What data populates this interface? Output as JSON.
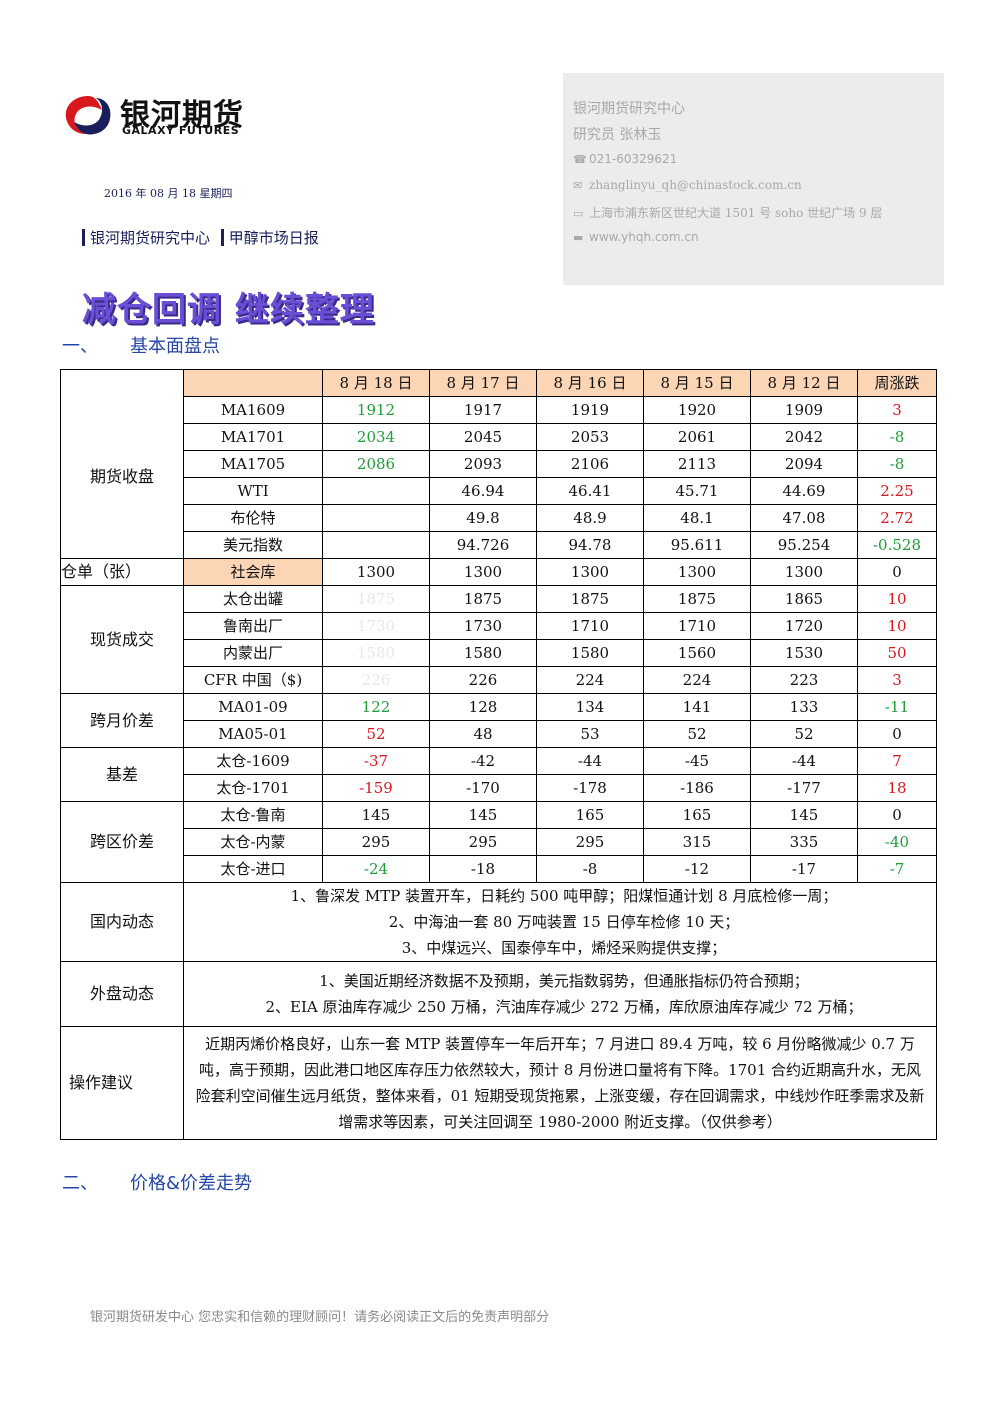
{
  "logo": {
    "name_cn": "银河期货",
    "name_en": "GALAXY FUTURES"
  },
  "date": "2016 年 08 月 18 星期四",
  "tags": [
    "银河期货研究中心",
    "甲醇市场日报"
  ],
  "contact": {
    "center": "银河期货研究中心",
    "analyst": "研究员 张林玉",
    "phone": "021-60329621",
    "email": "zhanglinyu_qh@chinastock.com.cn",
    "address": "上海市浦东新区世纪大道 1501 号 soho 世纪广场 9 层",
    "website": "www.yhqh.com.cn",
    "icons": [
      "phone-icon",
      "email-icon",
      "address-icon",
      "web-icon"
    ]
  },
  "title": "减仓回调 继续整理",
  "section1": {
    "num": "一、",
    "label": "基本面盘点"
  },
  "section2": {
    "num": "二、",
    "label": "价格&价差走势"
  },
  "table": {
    "headers": [
      "8 月 18 日",
      "8 月 17 日",
      "8 月 16 日",
      "8 月 15 日",
      "8 月 12 日",
      "周涨跌"
    ],
    "groups": [
      {
        "category": "期货收盘",
        "rows": [
          {
            "label": "MA1609",
            "vals": [
              "1912",
              "1917",
              "1919",
              "1920",
              "1909"
            ],
            "chg": "3"
          },
          {
            "label": "MA1701",
            "vals": [
              "2034",
              "2045",
              "2053",
              "2061",
              "2042"
            ],
            "chg": "-8"
          },
          {
            "label": "MA1705",
            "vals": [
              "2086",
              "2093",
              "2106",
              "2113",
              "2094"
            ],
            "chg": "-8"
          },
          {
            "label": "WTI",
            "vals": [
              "",
              "46.94",
              "46.41",
              "45.71",
              "44.69"
            ],
            "chg": "2.25"
          },
          {
            "label": "布伦特",
            "vals": [
              "",
              "49.8",
              "48.9",
              "48.1",
              "47.08"
            ],
            "chg": "2.72"
          },
          {
            "label": "美元指数",
            "vals": [
              "",
              "94.726",
              "94.78",
              "95.611",
              "95.254"
            ],
            "chg": "-0.528"
          }
        ]
      },
      {
        "category": "仓单（张）",
        "rows": [
          {
            "label": "社会库",
            "vals": [
              "1300",
              "1300",
              "1300",
              "1300",
              "1300"
            ],
            "chg": "0"
          }
        ]
      },
      {
        "category": "现货成交",
        "rows": [
          {
            "label": "太仓出罐",
            "vals": [
              "1875",
              "1875",
              "1875",
              "1875",
              "1865"
            ],
            "chg": "10"
          },
          {
            "label": "鲁南出厂",
            "vals": [
              "1730",
              "1730",
              "1710",
              "1710",
              "1720"
            ],
            "chg": "10"
          },
          {
            "label": "内蒙出厂",
            "vals": [
              "1580",
              "1580",
              "1580",
              "1560",
              "1530"
            ],
            "chg": "50"
          },
          {
            "label": "CFR 中国（$)",
            "vals": [
              "226",
              "226",
              "224",
              "224",
              "223"
            ],
            "chg": "3"
          }
        ]
      },
      {
        "category": "跨月价差",
        "rows": [
          {
            "label": "MA01-09",
            "vals": [
              "122",
              "128",
              "134",
              "141",
              "133"
            ],
            "chg": "-11"
          },
          {
            "label": "MA05-01",
            "vals": [
              "52",
              "48",
              "53",
              "52",
              "52"
            ],
            "chg": "0"
          }
        ]
      },
      {
        "category": "基差",
        "rows": [
          {
            "label": "太仓-1609",
            "vals": [
              "-37",
              "-42",
              "-44",
              "-45",
              "-44"
            ],
            "chg": "7"
          },
          {
            "label": "太仓-1701",
            "vals": [
              "-159",
              "-170",
              "-178",
              "-186",
              "-177"
            ],
            "chg": "18"
          }
        ]
      },
      {
        "category": "跨区价差",
        "rows": [
          {
            "label": "太仓-鲁南",
            "vals": [
              "145",
              "145",
              "165",
              "165",
              "145"
            ],
            "chg": "0"
          },
          {
            "label": "太仓-内蒙",
            "vals": [
              "295",
              "295",
              "295",
              "315",
              "335"
            ],
            "chg": "-40"
          },
          {
            "label": "太仓-进口",
            "vals": [
              "-24",
              "-18",
              "-8",
              "-12",
              "-17"
            ],
            "chg": "-7"
          }
        ]
      }
    ],
    "domestic": {
      "category": "国内动态",
      "lines": [
        "1、鲁深发 MTP 装置开车，日耗约 500 吨甲醇；阳煤恒通计划 8 月底检修一周；",
        "2、中海油一套 80 万吨装置 15 日停车检修 10 天；",
        "3、中煤远兴、国泰停车中，烯烃采购提供支撑；"
      ]
    },
    "foreign": {
      "category": "外盘动态",
      "lines": [
        "1、美国近期经济数据不及预期，美元指数弱势，但通胀指标仍符合预期；",
        "2、EIA 原油库存减少 250 万桶，汽油库存减少 272 万桶，库欣原油库存减少 72 万桶；"
      ]
    },
    "advice": {
      "category": "操作建议",
      "text": "近期丙烯价格良好，山东一套 MTP 装置停车一年后开车；7 月进口 89.4 万吨，较 6 月份略微减少 0.7 万吨，高于预期，因此港口地区库存压力依然较大，预计 8 月份进口量将有下降。1701 合约近期高升水，无风险套利空间催生远月纸货，整体来看，01 短期受现货拖累，上涨变缓，存在回调需求，中线炒作旺季需求及新增需求等因素，可关注回调至 1980-2000 附近支撑。（仅供参考）"
    }
  },
  "footer": "银河期货研发中心 您忠实和信赖的理财顾问！请务必阅读正文后的免责声明部分",
  "colors": {
    "title": "#6a4fd6",
    "section": "#2545a8",
    "header_fill": "#fcd5b5",
    "up": "#d9181e",
    "down": "#1f9c3a"
  }
}
